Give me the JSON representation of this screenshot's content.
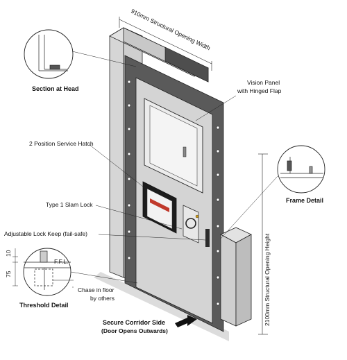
{
  "labels": {
    "structural_width": "910mm Structural Opening Width",
    "structural_height": "2100mm Structural Opening Height",
    "section_at_head": "Section at Head",
    "vision_panel_line1": "Vision Panel",
    "vision_panel_line2": "with Hinged Flap",
    "service_hatch": "2 Position Service Hatch",
    "slam_lock": "Type 1 Slam Lock",
    "lock_keep": "Adjustable Lock Keep (fail-safe)",
    "frame_detail": "Frame Detail",
    "threshold_detail": "Threshold Detail",
    "chase_line1": "Chase in floor",
    "chase_line2": "by others",
    "corridor_line1": "Secure Corridor Side",
    "corridor_line2": "(Door Opens Outwards)",
    "dim_10": "10",
    "dim_75": "75",
    "ffl": "F.F.L."
  },
  "colors": {
    "frame_dark": "#5a5a5a",
    "door_leaf": "#d4d4d4",
    "wall": "#c8c8c8",
    "wall_top": "#e2e2e2",
    "vision_panel": "#ececec",
    "hatch_red": "#c0392b",
    "floor": "#dcdcdc"
  }
}
